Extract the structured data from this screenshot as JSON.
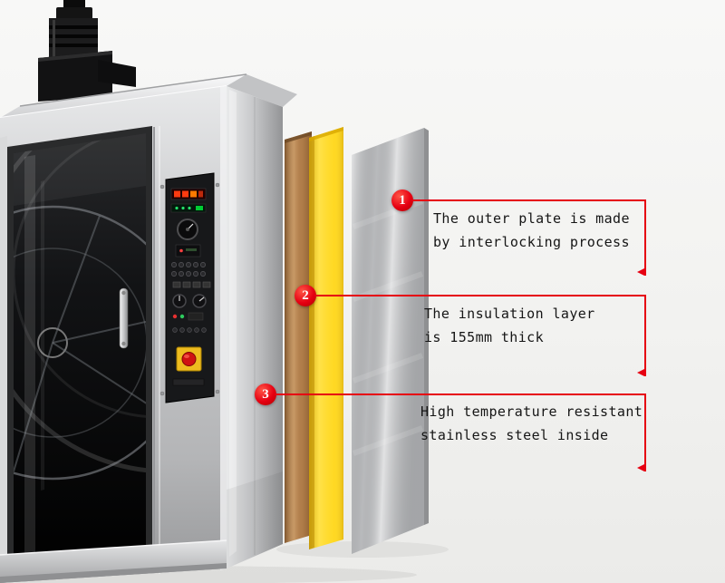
{
  "scene": {
    "background": "#f3f3f1",
    "accent_red": "#e60012"
  },
  "callouts": [
    {
      "number": "1",
      "line1": "The outer plate is made",
      "line2": "by interlocking process"
    },
    {
      "number": "2",
      "line1": "The insulation layer",
      "line2": "is 155mm thick"
    },
    {
      "number": "3",
      "line1": "High temperature resistant",
      "line2": "stainless steel inside"
    }
  ],
  "layers": {
    "outer_plate_color": "#c9cacc",
    "insulation_color": "#ffd71e",
    "inner_layer_color": "#b5824e"
  }
}
